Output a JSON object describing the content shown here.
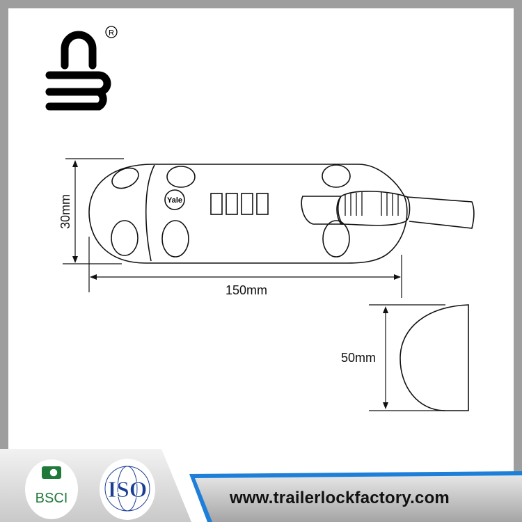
{
  "brand": {
    "logo": "padlock-logo",
    "registered_mark": "®"
  },
  "diagram": {
    "product_badge": "Yale",
    "dimensions": {
      "height": "30mm",
      "length": "150mm",
      "width": "50mm"
    }
  },
  "footer": {
    "certifications": [
      "BSCI",
      "ISO"
    ],
    "website": "www.trailerlockfactory.com",
    "colors": {
      "accent": "#1e7fd8",
      "bsci_green": "#1f7a3a",
      "iso_blue": "#1c3f94"
    }
  }
}
